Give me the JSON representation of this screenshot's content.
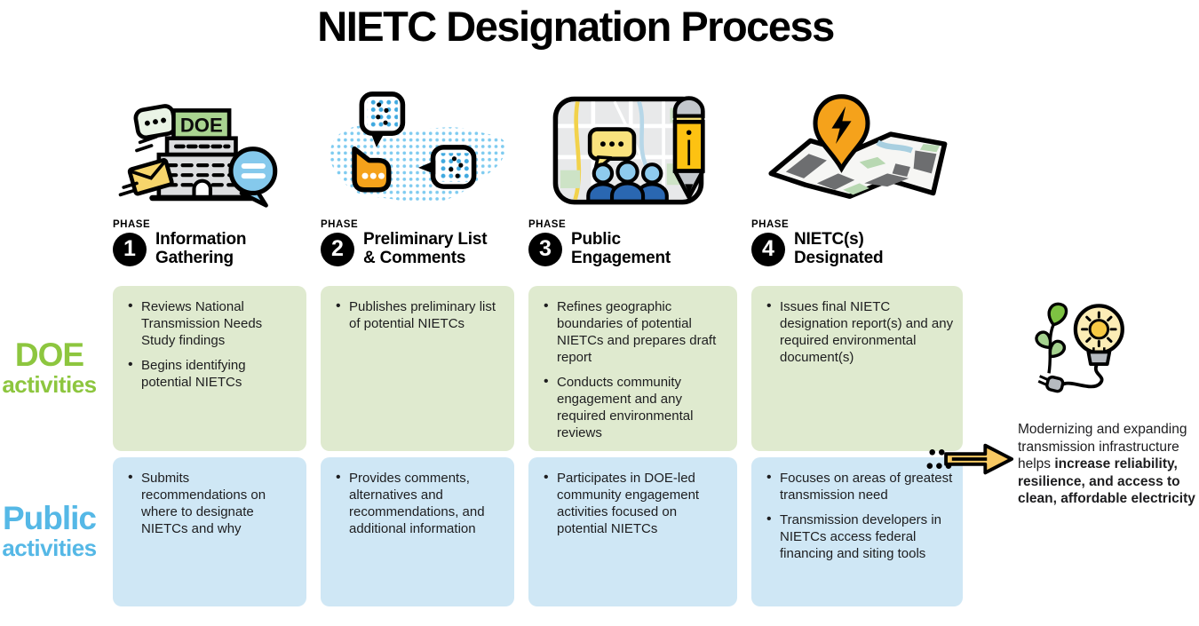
{
  "title": "NIETC Designation Process",
  "row_labels": {
    "doe": {
      "name": "DOE",
      "word": "activities"
    },
    "public": {
      "name": "Public",
      "word": "activities"
    }
  },
  "phases": [
    {
      "phase_word": "PHASE",
      "number": "1",
      "title_lines": [
        "Information",
        "Gathering"
      ],
      "icon": "doe-building-speech-mail-icon",
      "doe_items": [
        "Reviews National Transmission Needs Study findings",
        "Begins identifying potential NIETCs"
      ],
      "public_items": [
        "Submits recommendations on where to designate NIETCs and why"
      ]
    },
    {
      "phase_word": "PHASE",
      "number": "2",
      "title_lines": [
        "Preliminary List",
        "& Comments"
      ],
      "icon": "us-map-speech-bubbles-icon",
      "doe_items": [
        "Publishes preliminary list of potential NIETCs"
      ],
      "public_items": [
        "Provides comments, alternatives and recommendations, and additional information"
      ]
    },
    {
      "phase_word": "PHASE",
      "number": "3",
      "title_lines": [
        "Public",
        "Engagement"
      ],
      "icon": "community-map-pencil-icon",
      "doe_items": [
        "Refines geographic boundaries of potential NIETCs and prepares draft report",
        "Conducts community engagement and any required environmental reviews"
      ],
      "public_items": [
        "Participates in DOE-led community engagement activities focused on potential NIETCs"
      ]
    },
    {
      "phase_word": "PHASE",
      "number": "4",
      "title_lines": [
        "NIETC(s)",
        "Designated"
      ],
      "icon": "map-location-pin-icon",
      "doe_items": [
        "Issues final NIETC designation report(s) and any required environmental document(s)"
      ],
      "public_items": [
        "Focuses on areas of greatest transmission need",
        "Transmission developers in NIETCs access federal financing and siting tools"
      ]
    }
  ],
  "outcome": {
    "icon": "clean-energy-plant-bulb-icon",
    "arrow_icon": "dotted-arrow-right-icon",
    "text_regular": "Modernizing and expanding transmission infrastructure helps ",
    "text_bold": "increase reliability, resilience, and access to clean, affordable electricity"
  },
  "colors": {
    "doe_green_text": "#8dc63f",
    "public_blue_text": "#55b8e6",
    "doe_box_bg": "#dfeacf",
    "public_box_bg": "#cfe7f5",
    "phase_badge": "#000000",
    "arrow_yellow": "#f8c963",
    "pin_orange": "#f5a21b"
  }
}
